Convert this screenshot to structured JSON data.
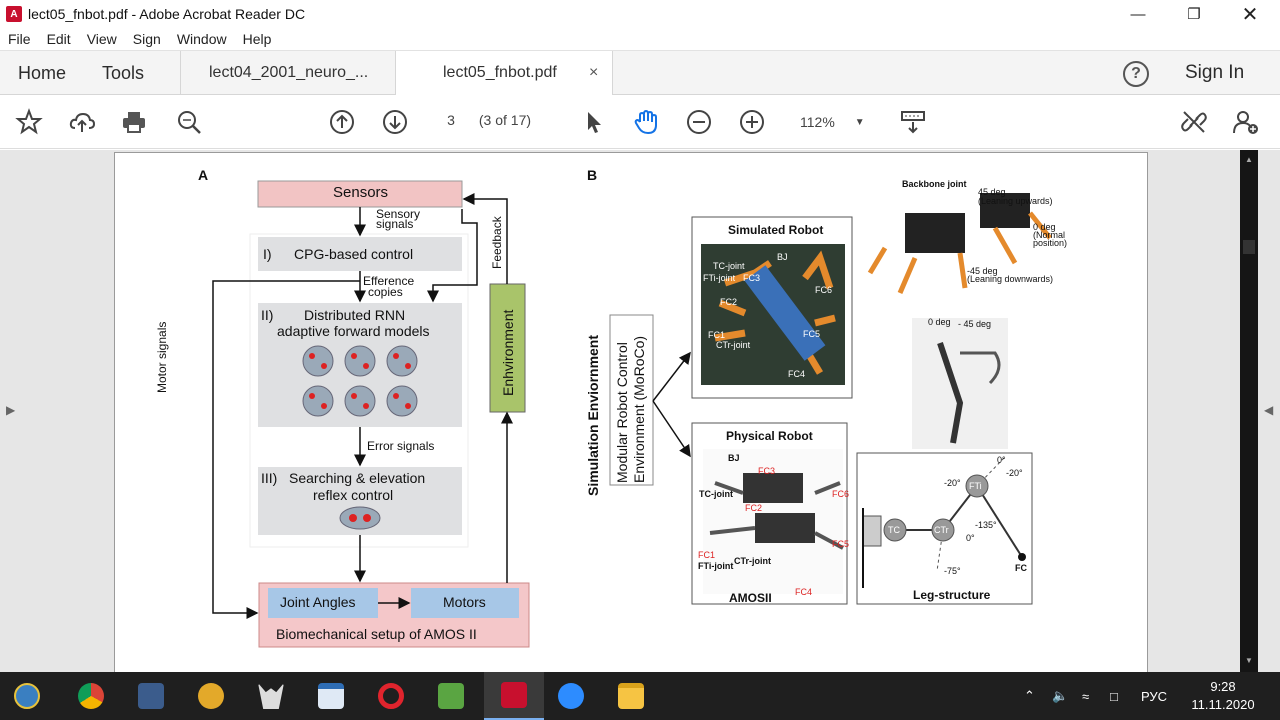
{
  "window": {
    "title": "lect05_fnbot.pdf - Adobe Acrobat Reader DC",
    "app_icon_letter": "A"
  },
  "menu": [
    "File",
    "Edit",
    "View",
    "Sign",
    "Window",
    "Help"
  ],
  "nav": {
    "home": "Home",
    "tools": "Tools",
    "sign_in": "Sign In",
    "help": "?"
  },
  "tabs": [
    {
      "label": "lect04_2001_neuro_..."
    },
    {
      "label": "lect05_fnbot.pdf",
      "close": "×"
    }
  ],
  "toolbar": {
    "page_number": "3",
    "page_of": "(3 of 17)",
    "zoom": "112%"
  },
  "figure": {
    "panel_a": {
      "label": "A",
      "sensors": "Sensors",
      "sensory_signals": [
        "Sensory",
        "signals"
      ],
      "cpg": [
        "I)",
        "CPG-based control"
      ],
      "efference": [
        "Efference",
        "copies"
      ],
      "rnn_num": "II)",
      "rnn": [
        "Distributed RNN",
        "adaptive forward models"
      ],
      "error_signals": "Error signals",
      "search_num": "III)",
      "search": [
        "Searching & elevation",
        "reflex control"
      ],
      "motor_signals": "Motor signals",
      "feedback": "Feedback",
      "environment": "Enhvironment",
      "joint_angles": "Joint Angles",
      "motors": "Motors",
      "biomech": "Biomechanical setup of AMOS II"
    },
    "panel_b": {
      "label": "B",
      "sim_env": "Simulation Enviornment",
      "moroco": [
        "Modular Robot Control",
        "Environment (MoRoCo)"
      ],
      "simulated_robot": "Simulated Robot",
      "physical_robot": "Physical Robot",
      "amosii": "AMOSII",
      "leg_structure": "Leg-structure",
      "sim_labels": [
        "BJ",
        "TC-joint",
        "FTi-joint",
        "FC3",
        "FC6",
        "FC2",
        "FC1",
        "CTr-joint",
        "FC5",
        "FC4"
      ],
      "phys_labels": [
        "BJ",
        "FC3",
        "TC-joint",
        "FC2",
        "FC6",
        "FC1",
        "FTi-joint",
        "CTr-joint",
        "FC5",
        "FC4"
      ],
      "backbone": [
        "Backbone joint",
        "45 deg",
        "(Leaning upwards)",
        "0 deg",
        "(Normal",
        "position)",
        "-45 deg",
        "(Leaning downwards)"
      ],
      "insect": [
        "0 deg",
        "- 45 deg"
      ],
      "leg": {
        "tc": "TC",
        "ctr": "CTr",
        "fti": "FTi",
        "fc": "FC",
        "angles": [
          "0°",
          "-20°",
          "-20°",
          "-135°",
          "0°",
          "-75°"
        ]
      }
    }
  },
  "taskbar": {
    "lang": "РУС",
    "time": "9:28",
    "date": "11.11.2020"
  },
  "colors": {
    "sensors_fill": "#f2c4c4",
    "box_gray": "#dfe0e2",
    "env_fill": "#a9c46a",
    "joint_fill": "#a7c7e7",
    "biomech_fill": "#f4c7c9",
    "acrobat_red": "#c8102e",
    "hand_blue": "#1473e6"
  }
}
